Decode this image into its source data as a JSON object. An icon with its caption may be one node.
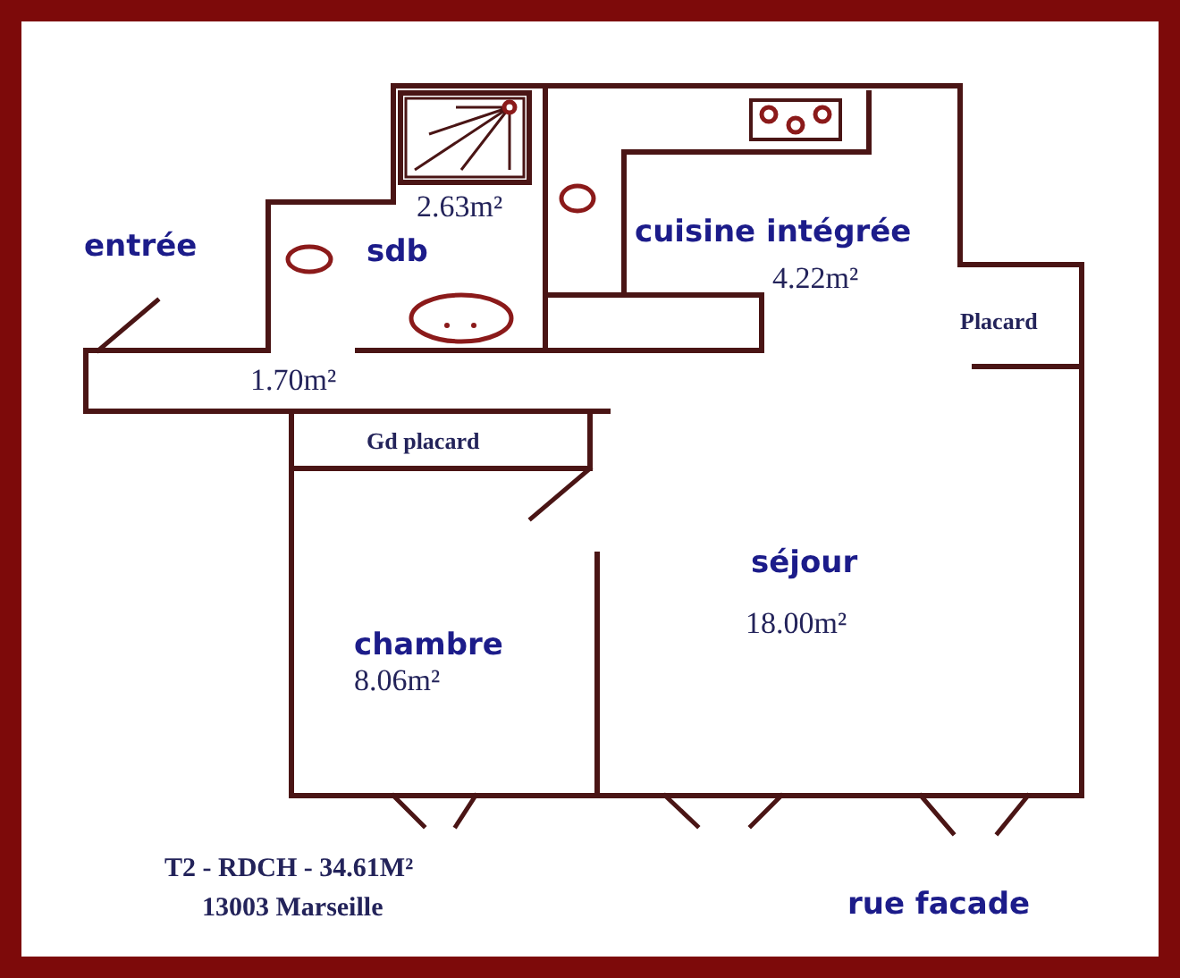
{
  "diagram": {
    "labels": [
      "entrée",
      "sdb",
      "2.63m²",
      "cuisine intégrée",
      "4.22m²",
      "Placard",
      "1.70m²",
      "Gd placard",
      "séjour",
      "18.00m²",
      "chambre",
      "8.06m²",
      "T2 - RDCH - 34.61M²",
      "13003 Marseille",
      "rue facade"
    ]
  }
}
